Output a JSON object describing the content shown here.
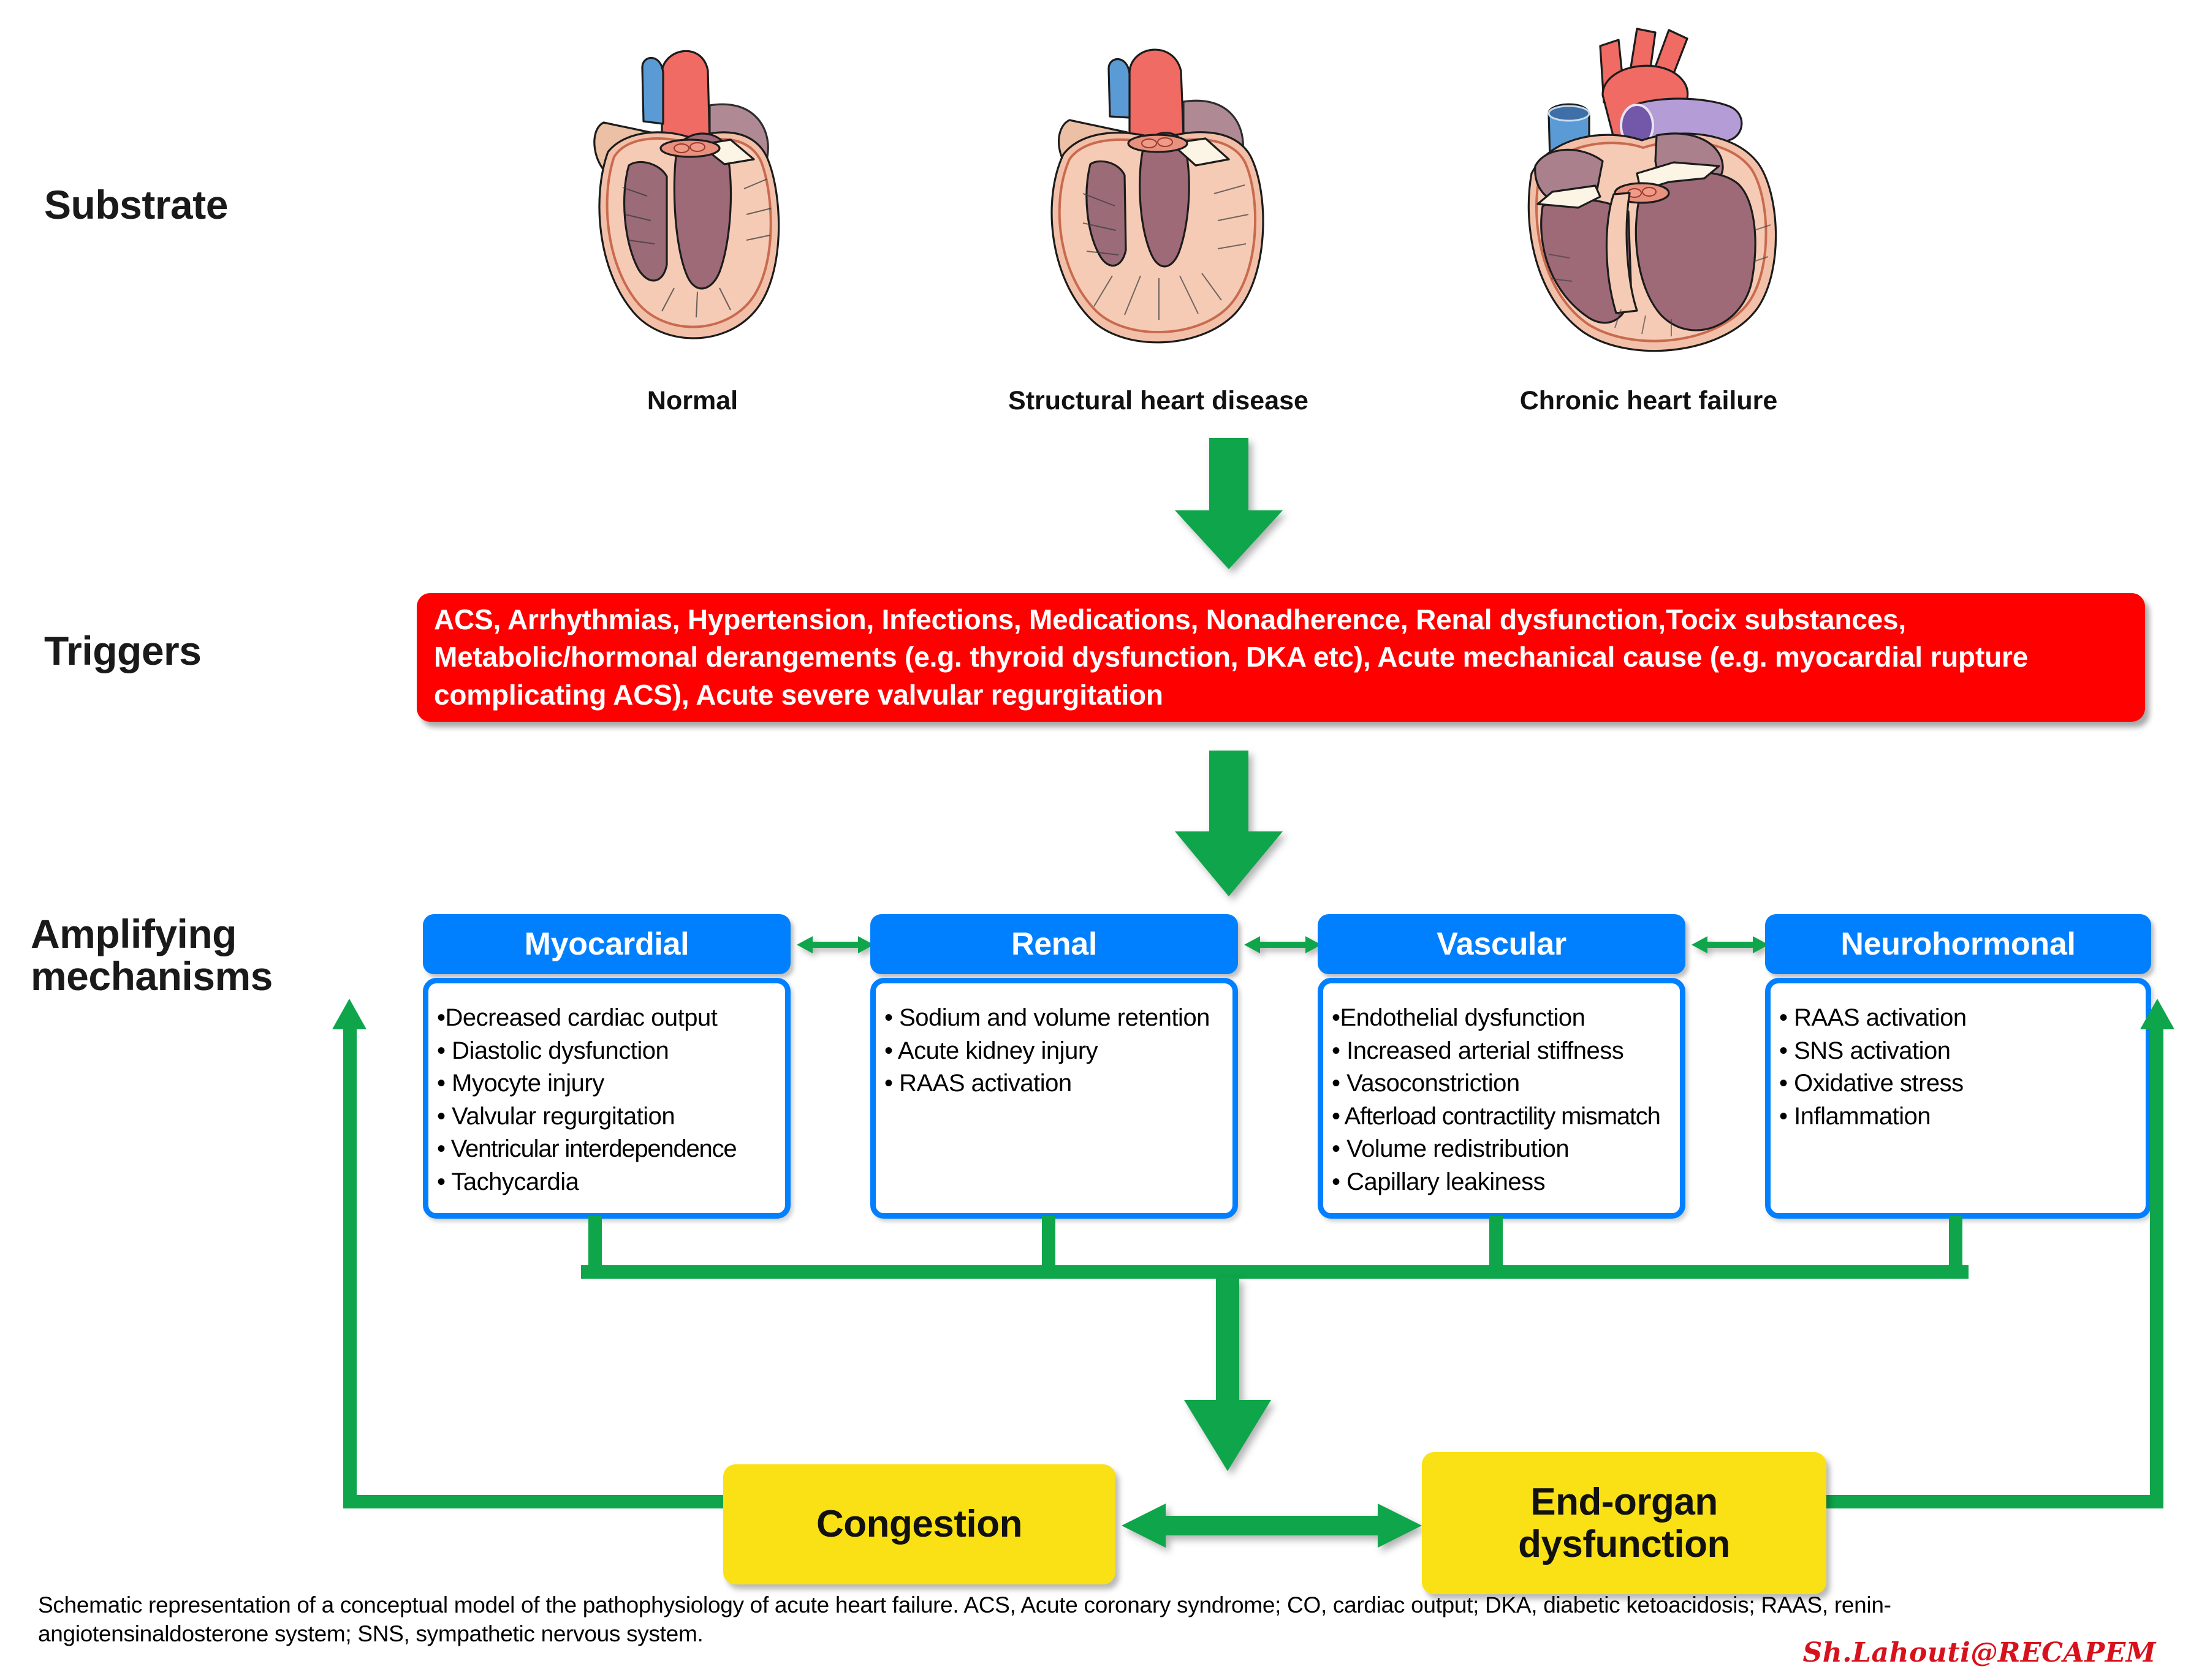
{
  "rows": {
    "substrate_label": "Substrate",
    "triggers_label": "Triggers",
    "amplifying_label_line1": "Amplifying",
    "amplifying_label_line2": "mechanisms"
  },
  "substrate": {
    "hearts": [
      {
        "caption": "Normal",
        "icon": "heart-normal-icon"
      },
      {
        "caption": "Structural heart disease",
        "icon": "heart-structural-disease-icon"
      },
      {
        "caption": "Chronic heart failure",
        "icon": "heart-chronic-failure-icon"
      }
    ]
  },
  "triggers": {
    "text": "ACS, Arrhythmias, Hypertension, Infections, Medications, Nonadherence, Renal dysfunction,Tocix substances, Metabolic/hormonal derangements (e.g. thyroid dysfunction, DKA etc), Acute mechanical cause (e.g. myocardial rupture complicating ACS), Acute severe valvular regurgitation"
  },
  "mechanisms": [
    {
      "title": "Myocardial",
      "items": [
        "•Decreased cardiac output",
        "• Diastolic dysfunction",
        "• Myocyte injury",
        "• Valvular regurgitation",
        "• Ventricular interdependence",
        "• Tachycardia"
      ]
    },
    {
      "title": "Renal",
      "items": [
        "• Sodium and volume retention",
        "• Acute kidney injury",
        "• RAAS activation"
      ]
    },
    {
      "title": "Vascular",
      "items": [
        "•Endothelial dysfunction",
        "• Increased arterial stiffness",
        "• Vasoconstriction",
        "• Afterload contractility mismatch",
        "• Volume redistribution",
        "• Capillary leakiness"
      ]
    },
    {
      "title": "Neurohormonal",
      "items": [
        "• RAAS activation",
        "• SNS activation",
        "• Oxidative stress",
        "• Inflammation"
      ]
    }
  ],
  "outcomes": {
    "congestion": "Congestion",
    "end_organ_line1": "End-organ",
    "end_organ_line2": "dysfunction"
  },
  "caption": {
    "line1": "Schematic representation of a conceptual model of the pathophysiology of acute heart failure. ACS, Acute coronary syndrome; CO, cardiac output;  DKA, diabetic ketoacidosis; RAAS, renin-",
    "line2": "angiotensinaldosterone system; SNS, sympathetic nervous system.",
    "watermark": "Sh.Lahouti@RECAPEM"
  },
  "colors": {
    "trigger_red": "#FF0000",
    "mechanism_blue": "#0080FF",
    "arrow_green": "#0FA54B",
    "outcome_yellow": "#FAE115",
    "watermark_red": "#D8121C"
  },
  "icons": {
    "arrow_down": "arrow-down-icon",
    "arrow_bidirectional": "arrow-bidirectional-icon",
    "arrow_up": "arrow-up-icon"
  }
}
